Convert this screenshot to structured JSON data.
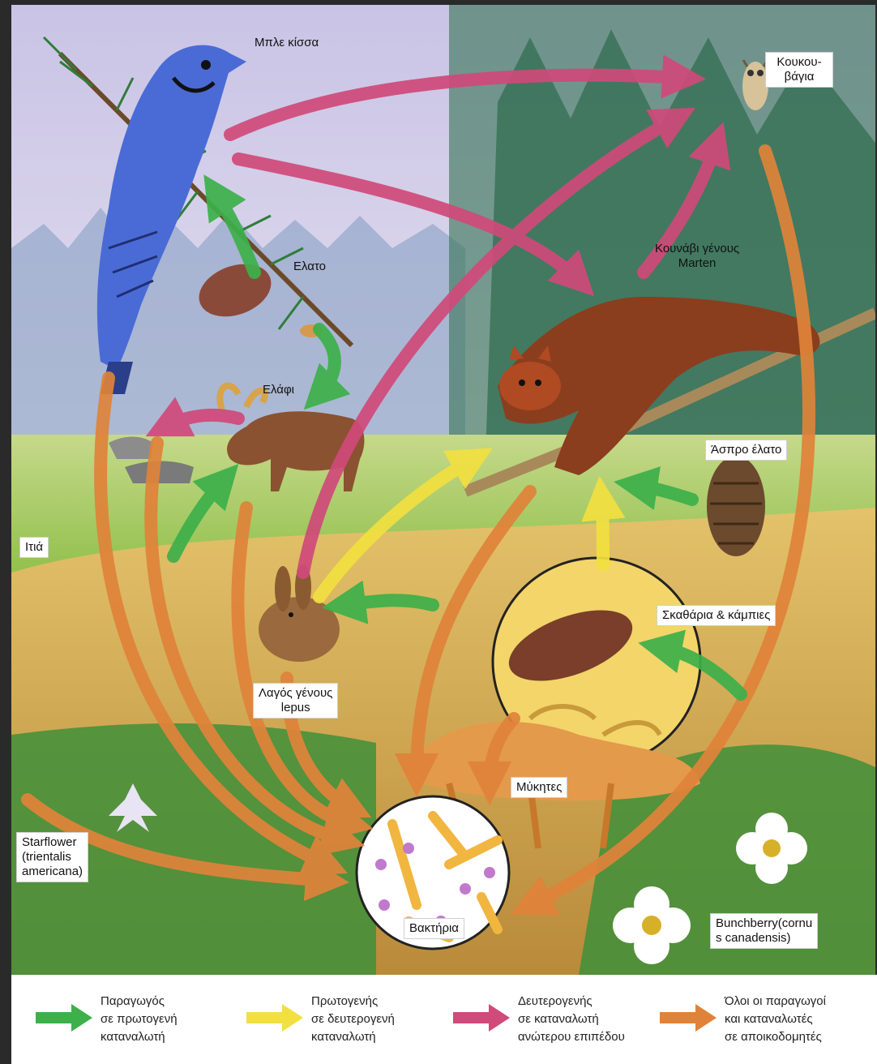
{
  "labels": {
    "blue_jay": "Μπλε κίσσα",
    "owl": "Κουκου-\nβάγια",
    "fir": "Ελατο",
    "marten": "Κουνάβι γένους\nMarten",
    "deer": "Ελάφι",
    "white_spruce": "Άσπρο έλατο",
    "willow": "Ιτιά",
    "beetles": "Σκαθάρια & κάμπιες",
    "hare": "Λαγός γένους\nlepus",
    "fungi": "Μύκητες",
    "starflower": "Starflower\n(trientalis\namericana)",
    "bacteria": "Βακτήρια",
    "bunchberry": "Bunchberry(cornu\ns canadensis)"
  },
  "legend": [
    {
      "text": "Παραγωγός\nσε πρωτογενή\nκαταναλωτή",
      "color": "#3db04a"
    },
    {
      "text": "Πρωτογενής\nσε δευτερογενή\nκαταναλωτή",
      "color": "#f2e040"
    },
    {
      "text": "Δευτερογενής\nσε καταναλωτή\nανώτερου επιπέδου",
      "color": "#d04a7a"
    },
    {
      "text": "Όλοι οι παραγωγοί\nκαι καταναλωτές\nσε αποικοδομητές",
      "color": "#e0833a"
    }
  ],
  "colors": {
    "producer_arrow": "#3db04a",
    "primary_arrow": "#f2e040",
    "secondary_arrow": "#d04a7a",
    "decomposer_arrow": "#e0833a"
  }
}
